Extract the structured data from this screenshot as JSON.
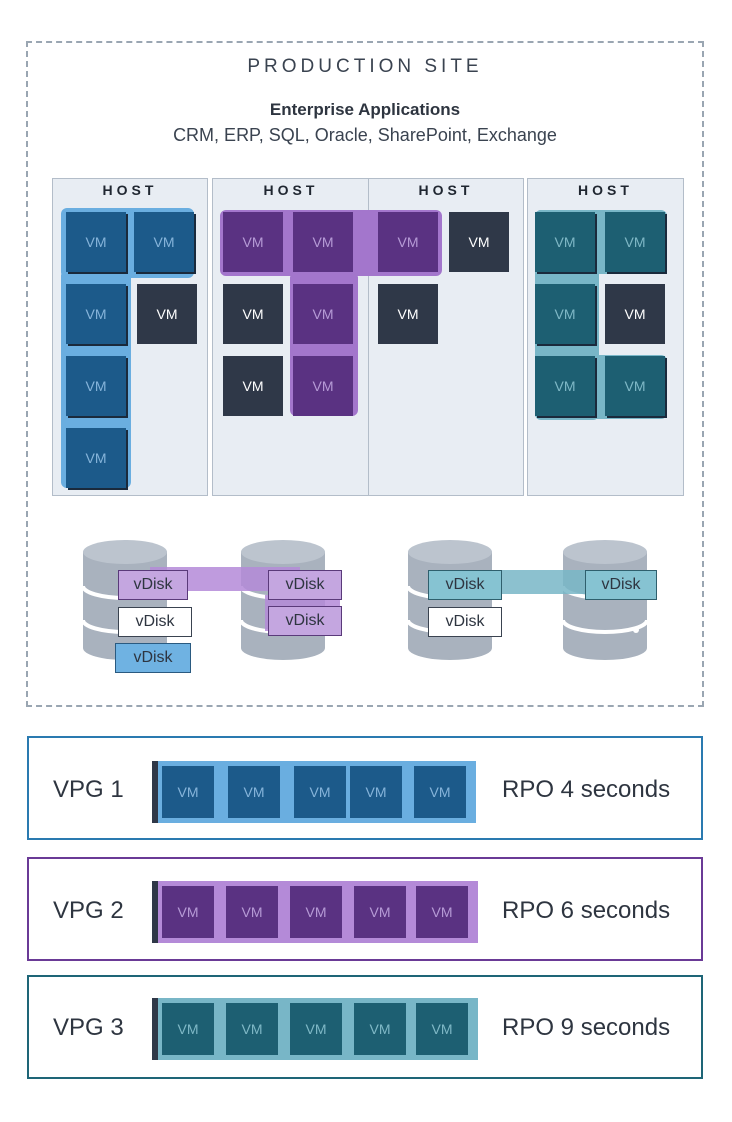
{
  "site": {
    "title": "PRODUCTION SITE",
    "apps_title": "Enterprise Applications",
    "apps_list": "CRM, ERP, SQL, Oracle, SharePoint, Exchange"
  },
  "host_label": "HOST",
  "vm_label": "VM",
  "vdisk_label": "vDisk",
  "colors": {
    "vpg1": "#1c5a8a",
    "vpg2": "#5a3282",
    "vpg3": "#1d5f72",
    "unprotected": "#2f3848"
  },
  "vpgs": [
    {
      "name": "VPG 1",
      "rpo": "RPO 4 seconds"
    },
    {
      "name": "VPG 2",
      "rpo": "RPO 6 seconds"
    },
    {
      "name": "VPG 3",
      "rpo": "RPO 9 seconds"
    }
  ]
}
